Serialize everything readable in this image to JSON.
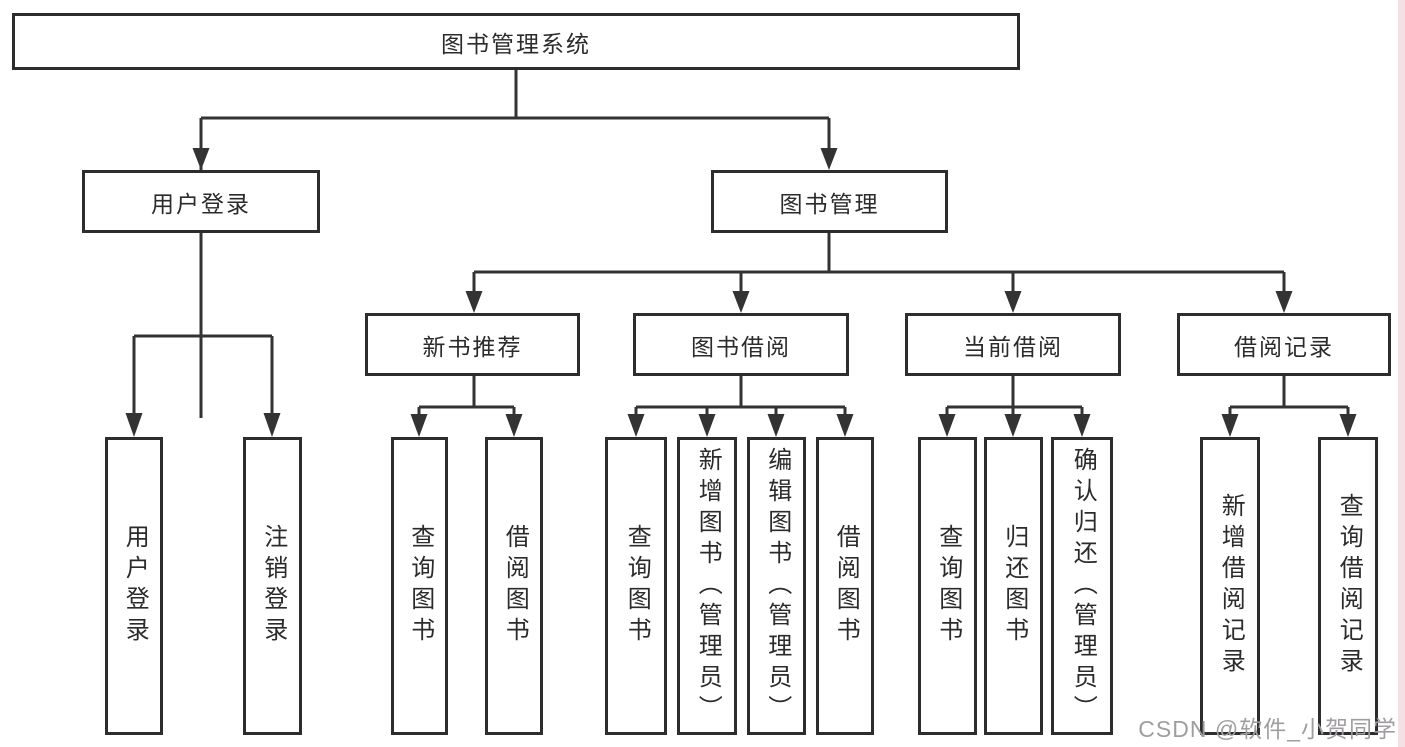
{
  "colors": {
    "background": "#ffffff",
    "box_border": "#2d2d2d",
    "line": "#333333",
    "text": "#2b2b2b",
    "watermark": "#a09da0",
    "edge_strip": "#f6e0e3"
  },
  "tree": {
    "root": {
      "label": "图书管理系统"
    },
    "branches": [
      {
        "label": "用户登录",
        "leaves": [
          {
            "label": "用户登录"
          },
          {
            "label": "注销登录"
          }
        ]
      },
      {
        "label": "图书管理",
        "groups": [
          {
            "label": "新书推荐",
            "leaves": [
              {
                "label": "查询图书"
              },
              {
                "label": "借阅图书"
              }
            ]
          },
          {
            "label": "图书借阅",
            "leaves": [
              {
                "label": "查询图书"
              },
              {
                "label": "新增图书（管理员）"
              },
              {
                "label": "编辑图书（管理员）"
              },
              {
                "label": "借阅图书"
              }
            ]
          },
          {
            "label": "当前借阅",
            "leaves": [
              {
                "label": "查询图书"
              },
              {
                "label": "归还图书"
              },
              {
                "label": "确认归还（管理员）"
              }
            ]
          },
          {
            "label": "借阅记录",
            "leaves": [
              {
                "label": "新增借阅记录"
              },
              {
                "label": "查询借阅记录"
              }
            ]
          }
        ]
      }
    ]
  },
  "watermark": {
    "text": "CSDN @软件_小贺同学"
  }
}
